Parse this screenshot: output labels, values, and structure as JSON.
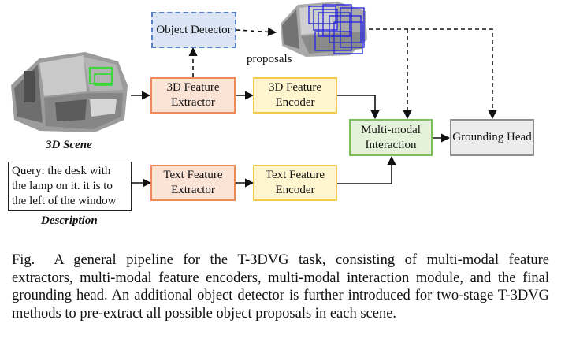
{
  "diagram": {
    "nodes": {
      "object_detector": "Object Detector",
      "feature_extractor_3d": "3D Feature Extractor",
      "feature_encoder_3d": "3D Feature Encoder",
      "multimodal_interaction": "Multi-modal Interaction",
      "grounding_head": "Grounding Head",
      "text_feature_extractor": "Text Feature Extractor",
      "text_feature_encoder": "Text Feature Encoder"
    },
    "labels": {
      "proposals": "proposals",
      "scene": "3D Scene",
      "description": "Description"
    },
    "query_text": "Query: the desk with the lamp on it. it is to the left of the window"
  },
  "caption": {
    "prefix": "Fig.",
    "text": "A general pipeline for the T-3DVG task, consisting of multi-modal feature extractors, multi-modal feature encoders, multi-modal interaction module, and the final grounding head. An additional object detector is further introduced for two-stage T-3DVG methods to pre-extract all possible object proposals in each scene."
  },
  "colors": {
    "orange_fill": "#fbe3d6",
    "yellow_fill": "#fff5cf",
    "green_fill": "#e3f2d8",
    "gray_fill": "#ececec",
    "blue_fill": "#dbe4f4"
  }
}
